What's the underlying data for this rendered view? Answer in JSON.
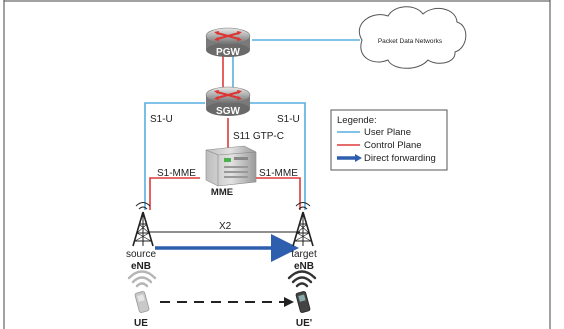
{
  "nodes": {
    "pgw": "PGW",
    "sgw": "SGW",
    "mme": "MME",
    "pdn": "Packet Data Networks"
  },
  "links": {
    "s1u_left": "S1-U",
    "s1u_right": "S1-U",
    "s11": "S11 GTP-C",
    "s1mme_left": "S1-MME",
    "s1mme_right": "S1-MME",
    "x2": "X2"
  },
  "enb_source": {
    "line1": "source",
    "line2": "eNB"
  },
  "enb_target": {
    "line1": "target",
    "line2": "eNB"
  },
  "ue_source": "UE",
  "ue_target": "UE'",
  "legend": {
    "title": "Legende:",
    "items": [
      "User Plane",
      "Control Plane",
      "Direct forwarding"
    ]
  },
  "colors": {
    "user_plane": "#5aaee0",
    "control_plane": "#e03a3a",
    "direct_forwarding": "#2e5fae"
  }
}
